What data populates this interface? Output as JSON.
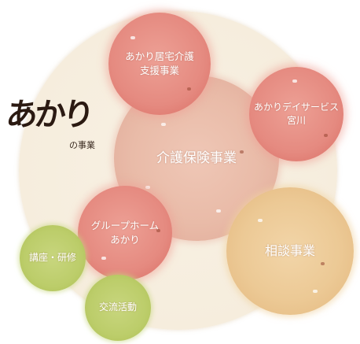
{
  "logo": {
    "main_text": "あかり",
    "sub_text": "の事業"
  },
  "bubbles": {
    "home_care_support": "あかり居宅介護\n支援事業",
    "day_service": "あかりデイサービス\n宮川",
    "insurance": "介護保険事業",
    "group_home": "グループホーム\nあかり",
    "consultation": "相談事業",
    "lectures": "講座・研修",
    "exchange": "交流活動"
  },
  "colors": {
    "red": "#e4847a",
    "insurance": "#e9bba8",
    "consultation": "#ecc995",
    "green": "#bccd6a",
    "background_circle": "#f6eddd"
  }
}
